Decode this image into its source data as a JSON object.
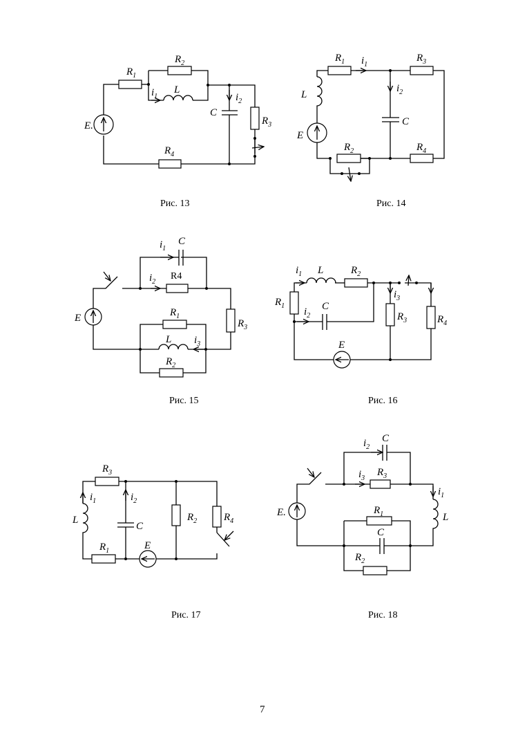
{
  "figures": [
    {
      "caption": "Рис. 13",
      "labels": {
        "R1": "R",
        "R1s": "1",
        "R2": "R",
        "R2s": "2",
        "R3": "R",
        "R3s": "3",
        "R4": "R",
        "R4s": "4",
        "L": "L",
        "C": "C",
        "E": "E.",
        "i1": "i",
        "i1s": "1",
        "i2": "i",
        "i2s": "2"
      }
    },
    {
      "caption": "Рис. 14",
      "labels": {
        "R1": "R",
        "R1s": "1",
        "R2": "R",
        "R2s": "2",
        "R3": "R",
        "R3s": "3",
        "R4": "R",
        "R4s": "4",
        "L": "L",
        "C": "C",
        "E": "E",
        "i1": "i",
        "i1s": "1",
        "i2": "i",
        "i2s": "2"
      }
    },
    {
      "caption": "Рис. 15",
      "labels": {
        "R1": "R",
        "R1s": "1",
        "R2": "R",
        "R2s": "2",
        "R3": "R",
        "R3s": "3",
        "R4": "R",
        "R4s": "4",
        "L": "L",
        "C": "C",
        "E": "E",
        "i1": "i",
        "i1s": "1",
        "i2": "i",
        "i2s": "2",
        "i3": "i",
        "i3s": "3"
      }
    },
    {
      "caption": "Рис. 16",
      "labels": {
        "R1": "R",
        "R1s": "1",
        "R2": "R",
        "R2s": "2",
        "R3": "R",
        "R3s": "3",
        "R4": "R",
        "R4s": "4",
        "L": "L",
        "C": "C",
        "E": "E",
        "i1": "i",
        "i1s": "1",
        "i2": "i",
        "i2s": "2",
        "i3": "i",
        "i3s": "3"
      }
    },
    {
      "caption": "Рис. 17",
      "labels": {
        "R1": "R",
        "R1s": "1",
        "R2": "R",
        "R2s": "2",
        "R3": "R",
        "R3s": "3",
        "R4": "R",
        "R4s": "4",
        "L": "L",
        "C": "C",
        "E": "E",
        "i1": "i",
        "i1s": "1",
        "i2": "i",
        "i2s": "2"
      }
    },
    {
      "caption": "Рис. 18",
      "labels": {
        "R1": "R",
        "R1s": "1",
        "R2": "R",
        "R2s": "2",
        "R3": "R",
        "R3s": "3",
        "L": "L",
        "C": "C",
        "C2": "C",
        "E": "E.",
        "i1": "i",
        "i1s": "1",
        "i2": "i",
        "i2s": "2",
        "i3": "i",
        "i3s": "3"
      }
    }
  ],
  "page_number": "7"
}
